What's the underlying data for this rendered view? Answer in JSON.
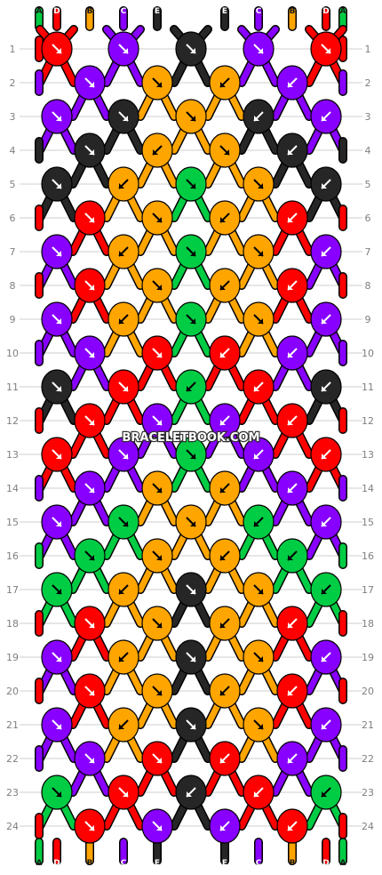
{
  "watermark": "BRACELETBOOK.COM",
  "strand_colors": {
    "A": "#00cc44",
    "B": "#ffa500",
    "C": "#8800ff",
    "D": "#ff0000",
    "E": "#262626"
  },
  "top_strands": [
    "A",
    "D",
    "B",
    "C",
    "E",
    "E",
    "C",
    "B",
    "D",
    "A"
  ],
  "bottom_strands": [
    "A",
    "D",
    "B",
    "C",
    "E",
    "E",
    "C",
    "B",
    "D",
    "A"
  ],
  "row_numbers": [
    "1",
    "2",
    "3",
    "4",
    "5",
    "6",
    "7",
    "8",
    "9",
    "10",
    "11",
    "12",
    "13",
    "14",
    "15",
    "16",
    "17",
    "18",
    "19",
    "20",
    "21",
    "22",
    "23",
    "24"
  ],
  "knot_rows": [
    [
      [
        "D",
        "R"
      ],
      [
        "C",
        "R"
      ],
      [
        "E",
        "R"
      ],
      [
        "C",
        "R"
      ],
      [
        "D",
        "R"
      ]
    ],
    [
      [
        "C",
        "R"
      ],
      [
        "B",
        "R"
      ],
      [
        "B",
        "L"
      ],
      [
        "C",
        "L"
      ]
    ],
    [
      [
        "C",
        "R"
      ],
      [
        "E",
        "R"
      ],
      [
        "B",
        "R"
      ],
      [
        "E",
        "L"
      ],
      [
        "C",
        "L"
      ]
    ],
    [
      [
        "E",
        "R"
      ],
      [
        "B",
        "L"
      ],
      [
        "B",
        "R"
      ],
      [
        "E",
        "L"
      ]
    ],
    [
      [
        "E",
        "R"
      ],
      [
        "B",
        "L"
      ],
      [
        "A",
        "R"
      ],
      [
        "B",
        "R"
      ],
      [
        "E",
        "L"
      ]
    ],
    [
      [
        "D",
        "R"
      ],
      [
        "B",
        "R"
      ],
      [
        "B",
        "L"
      ],
      [
        "D",
        "L"
      ]
    ],
    [
      [
        "C",
        "R"
      ],
      [
        "B",
        "L"
      ],
      [
        "A",
        "R"
      ],
      [
        "B",
        "R"
      ],
      [
        "C",
        "L"
      ]
    ],
    [
      [
        "D",
        "R"
      ],
      [
        "B",
        "R"
      ],
      [
        "B",
        "L"
      ],
      [
        "D",
        "L"
      ]
    ],
    [
      [
        "C",
        "R"
      ],
      [
        "B",
        "L"
      ],
      [
        "A",
        "R"
      ],
      [
        "B",
        "R"
      ],
      [
        "C",
        "L"
      ]
    ],
    [
      [
        "C",
        "R"
      ],
      [
        "D",
        "R"
      ],
      [
        "D",
        "L"
      ],
      [
        "C",
        "L"
      ]
    ],
    [
      [
        "E",
        "R"
      ],
      [
        "D",
        "R"
      ],
      [
        "A",
        "L"
      ],
      [
        "D",
        "L"
      ],
      [
        "E",
        "L"
      ]
    ],
    [
      [
        "D",
        "R"
      ],
      [
        "C",
        "R"
      ],
      [
        "C",
        "L"
      ],
      [
        "D",
        "L"
      ]
    ],
    [
      [
        "D",
        "R"
      ],
      [
        "C",
        "R"
      ],
      [
        "A",
        "R"
      ],
      [
        "C",
        "L"
      ],
      [
        "D",
        "L"
      ]
    ],
    [
      [
        "C",
        "R"
      ],
      [
        "B",
        "R"
      ],
      [
        "B",
        "L"
      ],
      [
        "C",
        "L"
      ]
    ],
    [
      [
        "C",
        "R"
      ],
      [
        "A",
        "R"
      ],
      [
        "B",
        "R"
      ],
      [
        "A",
        "L"
      ],
      [
        "C",
        "L"
      ]
    ],
    [
      [
        "A",
        "R"
      ],
      [
        "B",
        "R"
      ],
      [
        "B",
        "L"
      ],
      [
        "A",
        "L"
      ]
    ],
    [
      [
        "A",
        "R"
      ],
      [
        "B",
        "L"
      ],
      [
        "E",
        "R"
      ],
      [
        "B",
        "R"
      ],
      [
        "A",
        "L"
      ]
    ],
    [
      [
        "D",
        "R"
      ],
      [
        "B",
        "R"
      ],
      [
        "B",
        "L"
      ],
      [
        "D",
        "L"
      ]
    ],
    [
      [
        "C",
        "R"
      ],
      [
        "B",
        "L"
      ],
      [
        "E",
        "R"
      ],
      [
        "B",
        "R"
      ],
      [
        "C",
        "L"
      ]
    ],
    [
      [
        "D",
        "R"
      ],
      [
        "B",
        "R"
      ],
      [
        "B",
        "L"
      ],
      [
        "D",
        "L"
      ]
    ],
    [
      [
        "C",
        "R"
      ],
      [
        "B",
        "L"
      ],
      [
        "E",
        "R"
      ],
      [
        "B",
        "R"
      ],
      [
        "C",
        "L"
      ]
    ],
    [
      [
        "C",
        "R"
      ],
      [
        "D",
        "R"
      ],
      [
        "D",
        "L"
      ],
      [
        "C",
        "L"
      ]
    ],
    [
      [
        "A",
        "R"
      ],
      [
        "D",
        "R"
      ],
      [
        "E",
        "L"
      ],
      [
        "D",
        "L"
      ],
      [
        "A",
        "L"
      ]
    ],
    [
      [
        "D",
        "R"
      ],
      [
        "C",
        "R"
      ],
      [
        "C",
        "L"
      ],
      [
        "D",
        "L"
      ]
    ]
  ]
}
